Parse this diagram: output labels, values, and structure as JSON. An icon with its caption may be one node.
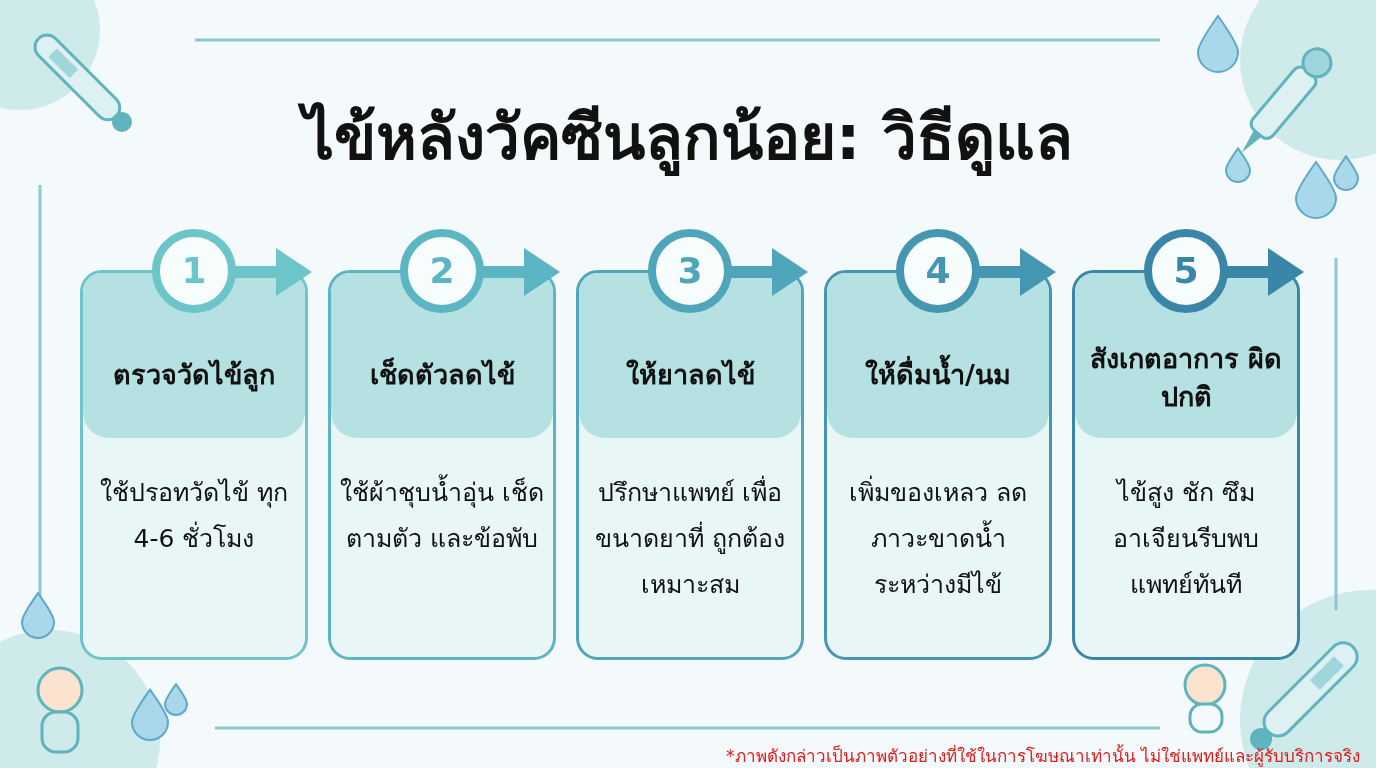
{
  "diagram": {
    "title": "ไข้หลังวัคซีนลูกน้อย: วิธีดูแล",
    "nodes": [
      {
        "text": [
          "1",
          "ตรวจวัดไข้ลูก",
          "ใช้ปรอทวัดไข้ ทุก 4-6 ชั่วโมง"
        ]
      },
      {
        "text": [
          "2",
          "เช็ดตัวลดไข้",
          "ใช้ผ้าชุบน้ำอุ่น เช็ดตามตัว และข้อพับ"
        ]
      },
      {
        "text": [
          "3",
          "ให้ยาลดไข้",
          "ปรึกษาแพทย์ เพื่อขนาดยาที่ ถูกต้อง เหมาะสม"
        ]
      },
      {
        "text": [
          "4",
          "ให้ดื่มน้ำ/นม",
          "เพิ่มของเหลว ลดภาวะขาดน้ำ ระหว่างมีไข้"
        ]
      },
      {
        "text": [
          "5",
          "สังเกตอาการ ผิดปกติ",
          "ไข้สูง ชัก ซึม อาเจียนรีบพบ แพทย์ทันที"
        ]
      }
    ],
    "labels": [
      "*ภาพดังกล่าวเป็นภาพตัวอย่างที่ใช้ในการโฆษณาเท่านั้น ไม่ใช่แพทย์และผู้รับบริการจริง"
    ]
  }
}
